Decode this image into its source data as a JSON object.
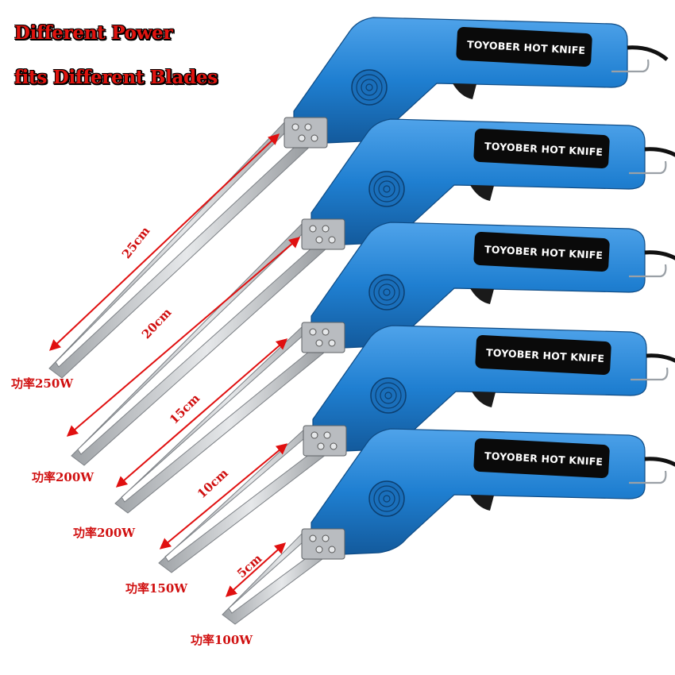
{
  "headline": {
    "line1": "Different Power",
    "line2": "fits Different Blades"
  },
  "product": {
    "brand_text": "TOYOBER HOT KNIFE",
    "body_color": "#1f7fd1",
    "blade_color": "#c9ccd0",
    "arrow_color": "#e01010"
  },
  "knives": [
    {
      "length": "25cm",
      "power": "功率250W"
    },
    {
      "length": "20cm",
      "power": "功率200W"
    },
    {
      "length": "15cm",
      "power": "功率200W"
    },
    {
      "length": "10cm",
      "power": "功率150W"
    },
    {
      "length": "5cm",
      "power": "功率100W"
    }
  ]
}
